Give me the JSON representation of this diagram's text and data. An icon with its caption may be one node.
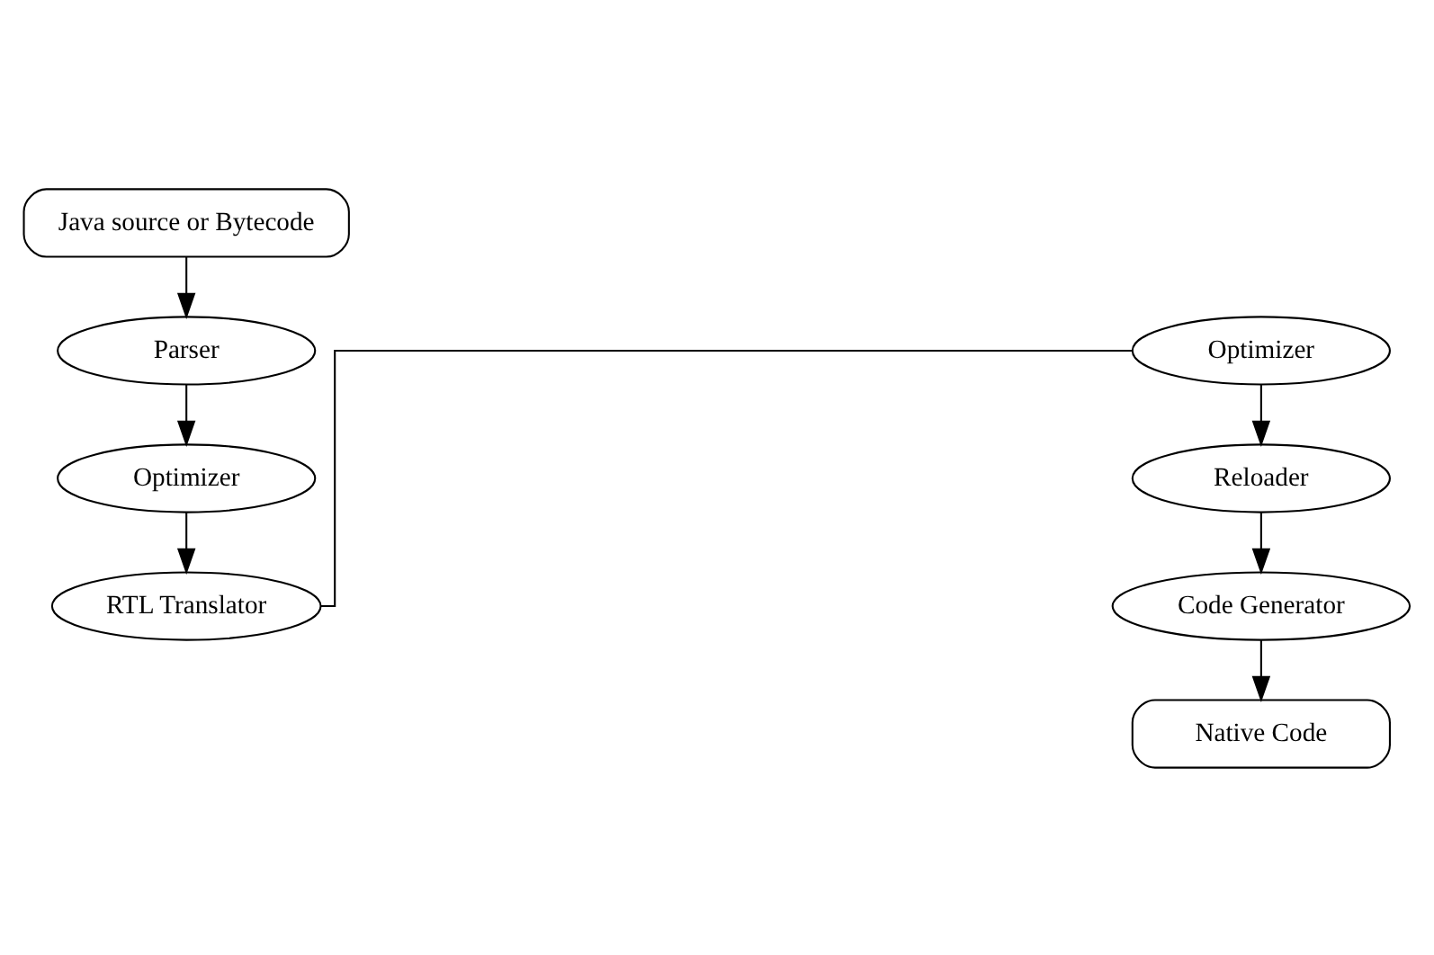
{
  "diagram": {
    "nodes": [
      {
        "text": [
          "Java source or Bytecode"
        ]
      },
      {
        "text": [
          "Parser"
        ]
      },
      {
        "text": [
          "Optimizer"
        ]
      },
      {
        "text": [
          "RTL Translator"
        ]
      },
      {
        "text": [
          "Optimizer"
        ]
      },
      {
        "text": [
          "Reloader"
        ]
      },
      {
        "text": [
          "Code Generator"
        ]
      },
      {
        "text": [
          "Native Code"
        ]
      }
    ],
    "edges": [
      {
        "from": 0,
        "to": 1,
        "arrow": "to"
      },
      {
        "from": 1,
        "to": 2,
        "arrow": "to"
      },
      {
        "from": 2,
        "to": 3,
        "arrow": "to"
      },
      {
        "from": 3,
        "to": 4,
        "arrow": "none"
      },
      {
        "from": 4,
        "to": 5,
        "arrow": "to"
      },
      {
        "from": 5,
        "to": 6,
        "arrow": "to"
      },
      {
        "from": 6,
        "to": 7,
        "arrow": "to"
      }
    ]
  }
}
